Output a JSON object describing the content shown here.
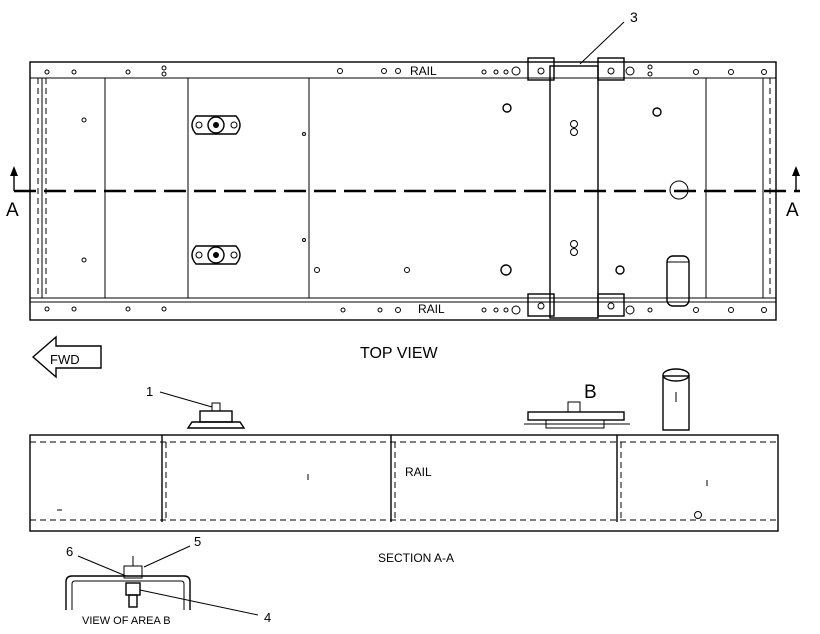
{
  "top_view": {
    "title": "TOP VIEW",
    "rail_top_label": "RAIL",
    "rail_bottom_label": "RAIL",
    "section_marker_left": "A",
    "section_marker_right": "A"
  },
  "fwd_label": "FWD",
  "section_view": {
    "title": "SECTION A-A",
    "rail_label": "RAIL",
    "area_marker": "B"
  },
  "detail_view": {
    "title": "VIEW OF AREA B"
  },
  "callouts": [
    "1",
    "3",
    "4",
    "5",
    "6"
  ]
}
